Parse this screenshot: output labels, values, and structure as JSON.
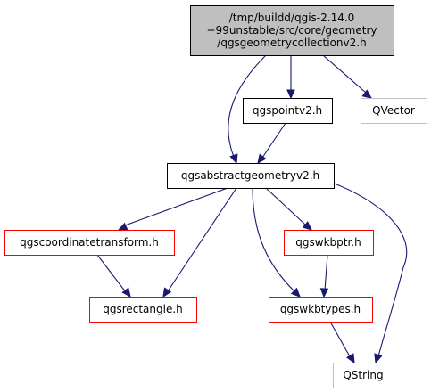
{
  "colors": {
    "edge": "#191970",
    "root_fill": "#bfbfbf",
    "root_border": "#000000",
    "plain_border": "#000000",
    "has_more_border": "#ff0000",
    "external_border": "#bfbfbf",
    "text": "#000000"
  },
  "nodes": [
    {
      "id": "root",
      "kind": "root",
      "lines": [
        "/tmp/buildd/qgis-2.14.0",
        "+99unstable/src/core/geometry",
        "/qgsgeometrycollectionv2.h"
      ]
    },
    {
      "id": "pointv2",
      "kind": "plain",
      "lines": [
        "qgspointv2.h"
      ]
    },
    {
      "id": "qvector",
      "kind": "external",
      "lines": [
        "QVector"
      ]
    },
    {
      "id": "abstract",
      "kind": "plain",
      "lines": [
        "qgsabstractgeometryv2.h"
      ]
    },
    {
      "id": "coordtransform",
      "kind": "has_more",
      "lines": [
        "qgscoordinatetransform.h"
      ]
    },
    {
      "id": "wkbptr",
      "kind": "has_more",
      "lines": [
        "qgswkbptr.h"
      ]
    },
    {
      "id": "rectangle",
      "kind": "has_more",
      "lines": [
        "qgsrectangle.h"
      ]
    },
    {
      "id": "wkbtypes",
      "kind": "has_more",
      "lines": [
        "qgswkbtypes.h"
      ]
    },
    {
      "id": "qstring",
      "kind": "external",
      "lines": [
        "QString"
      ]
    }
  ],
  "edges": [
    {
      "from": "root",
      "to": "abstract"
    },
    {
      "from": "root",
      "to": "pointv2"
    },
    {
      "from": "root",
      "to": "qvector"
    },
    {
      "from": "pointv2",
      "to": "abstract"
    },
    {
      "from": "abstract",
      "to": "coordtransform"
    },
    {
      "from": "abstract",
      "to": "rectangle"
    },
    {
      "from": "abstract",
      "to": "wkbptr"
    },
    {
      "from": "abstract",
      "to": "wkbtypes"
    },
    {
      "from": "abstract",
      "to": "qstring"
    },
    {
      "from": "coordtransform",
      "to": "rectangle"
    },
    {
      "from": "wkbptr",
      "to": "wkbtypes"
    },
    {
      "from": "wkbtypes",
      "to": "qstring"
    }
  ]
}
